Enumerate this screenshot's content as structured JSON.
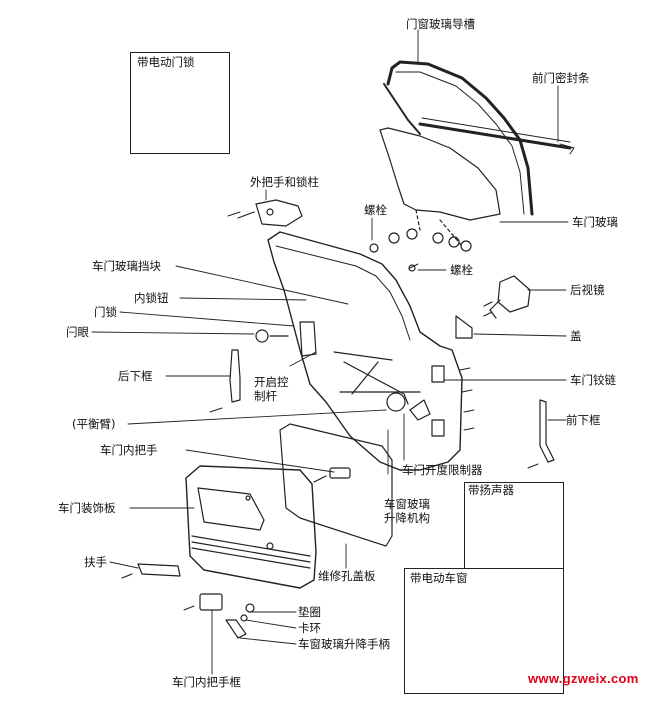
{
  "labels": {
    "power_lock_kit": "带电动门锁",
    "glass_run_channel": "门窗玻璃导槽",
    "front_door_weatherstrip": "前门密封条",
    "outer_handle_and_lock_cylinder": "外把手和锁柱",
    "bolt_top": "螺栓",
    "door_glass": "车门玻璃",
    "glass_stop": "车门玻璃挡块",
    "bolt_mid": "螺栓",
    "inner_lock_knob": "内锁钮",
    "rearview_mirror": "后视镜",
    "door_lock": "门锁",
    "striker": "闩眼",
    "cover": "盖",
    "rear_lower_sash": "后下框",
    "opening_control_rod_line1": "开启控",
    "opening_control_rod_line2": "制杆",
    "door_hinge": "车门铰链",
    "balance_arm": "(平衡臂)",
    "front_lower_sash": "前下框",
    "inner_handle": "车门内把手",
    "door_check": "车门开度限制器",
    "speaker_kit": "带扬声器",
    "trim_panel": "车门装饰板",
    "regulator_line1": "车窗玻璃",
    "regulator_line2": "升降机构",
    "armrest": "扶手",
    "service_hole_cover": "维修孔盖板",
    "power_window_kit": "带电动车窗",
    "washer": "垫圈",
    "clip": "卡环",
    "window_crank": "车窗玻璃升降手柄",
    "inner_handle_bezel": "车门内把手框"
  },
  "watermark": "www.gzweix.com"
}
